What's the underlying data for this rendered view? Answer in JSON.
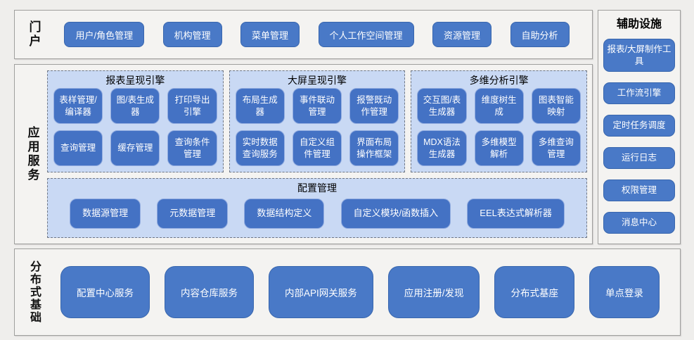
{
  "colors": {
    "page_background": "#efeeec",
    "section_background": "#f4f3f1",
    "section_border": "#9f9f9d",
    "panel_background": "#c9d9f4",
    "panel_dashed_border": "#6f7785",
    "button_blue": "#4472c4",
    "button_border_light": "#93ade0",
    "button_text": "#ffffff",
    "label_text": "#111111"
  },
  "portal": {
    "label": "门户",
    "buttons": [
      "用户/角色管理",
      "机构管理",
      "菜单管理",
      "个人工作空间管理",
      "资源管理",
      "自助分析"
    ]
  },
  "app_services": {
    "label": "应用服务",
    "engines": [
      {
        "title": "报表呈现引擎",
        "buttons": [
          "表样管理/编译器",
          "图/表生成器",
          "打印导出引擎",
          "查询管理",
          "缓存管理",
          "查询条件管理"
        ]
      },
      {
        "title": "大屏呈现引擎",
        "buttons": [
          "布局生成器",
          "事件联动管理",
          "报警既动作管理",
          "实时数据查询服务",
          "自定义组件管理",
          "界面布局操作框架"
        ]
      },
      {
        "title": "多维分析引擎",
        "buttons": [
          "交互图/表生成器",
          "维度树生成",
          "图表智能映射",
          "MDX语法生成器",
          "多维模型解析",
          "多维查询管理"
        ]
      }
    ],
    "config": {
      "title": "配置管理",
      "buttons": [
        "数据源管理",
        "元数据管理",
        "数据结构定义",
        "自定义模块/函数插入",
        "EEL表达式解析器"
      ]
    }
  },
  "auxiliary": {
    "title": "辅助设施",
    "buttons": [
      "报表/大屏制作工具",
      "工作流引擎",
      "定时任务调度",
      "运行日志",
      "权限管理",
      "消息中心"
    ]
  },
  "distributed": {
    "label": "分布式基础",
    "buttons": [
      "配置中心服务",
      "内容仓库服务",
      "内部API网关服务",
      "应用注册/发现",
      "分布式基座",
      "单点登录"
    ]
  }
}
